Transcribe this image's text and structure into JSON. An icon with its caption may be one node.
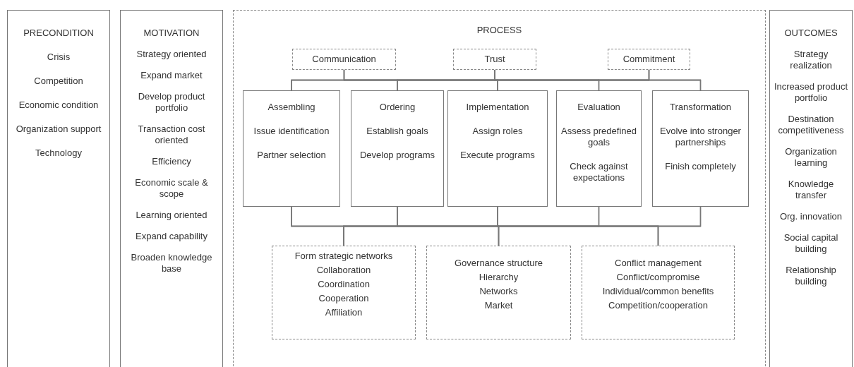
{
  "diagram": {
    "nodes": [
      {
        "text": [
          "PRECONDITION",
          "Crisis",
          "Competition",
          "Economic condition",
          "Organization support",
          "Technology"
        ]
      },
      {
        "text": [
          "MOTIVATION",
          "Strategy oriented",
          "Expand market",
          "Develop product portfolio",
          "Transaction cost oriented",
          "Efficiency",
          "Economic scale & scope",
          "Learning oriented",
          "Expand capability",
          "Broaden knowledge base"
        ]
      },
      {
        "text": [
          "PROCESS"
        ]
      },
      {
        "text": [
          "Communication"
        ],
        "in": 2
      },
      {
        "text": [
          "Trust"
        ],
        "in": 2
      },
      {
        "text": [
          "Commitment"
        ],
        "in": 2
      },
      {
        "text": [
          "Assembling",
          "Issue identification",
          "Partner selection"
        ],
        "in": 2
      },
      {
        "text": [
          "Ordering",
          "Establish goals",
          "Develop programs"
        ],
        "in": 2
      },
      {
        "text": [
          "Implementation",
          "Assign roles",
          "Execute programs"
        ],
        "in": 2
      },
      {
        "text": [
          "Evaluation",
          "Assess predefined goals",
          "Check against expectations"
        ],
        "in": 2
      },
      {
        "text": [
          "Transformation",
          "Evolve into stronger partnerships",
          "Finish completely"
        ],
        "in": 2
      },
      {
        "text": [
          "Form strategic networks",
          "Collaboration",
          "Coordination",
          "Cooperation",
          "Affiliation"
        ],
        "in": 2
      },
      {
        "text": [
          "Governance structure",
          "Hierarchy",
          "Networks",
          "Market"
        ],
        "in": 2
      },
      {
        "text": [
          "Conflict management",
          "Conflict/compromise",
          "Individual/common benefits",
          "Competition/cooperation"
        ],
        "in": 2
      },
      {
        "text": [
          "OUTCOMES",
          "Strategy realization",
          "Increased product portfolio",
          "Destination competitiveness",
          "Organization learning",
          "Knowledge transfer",
          "Org. innovation",
          "Social capital building",
          "Relationship building"
        ]
      }
    ],
    "edges": [
      {
        "from": 3,
        "to": 6,
        "arrow": "none"
      },
      {
        "from": 3,
        "to": 7,
        "arrow": "none"
      },
      {
        "from": 3,
        "to": 8,
        "arrow": "none"
      },
      {
        "from": 3,
        "to": 9,
        "arrow": "none"
      },
      {
        "from": 3,
        "to": 10,
        "arrow": "none"
      },
      {
        "from": 4,
        "to": 6,
        "arrow": "none"
      },
      {
        "from": 4,
        "to": 7,
        "arrow": "none"
      },
      {
        "from": 4,
        "to": 8,
        "arrow": "none"
      },
      {
        "from": 4,
        "to": 9,
        "arrow": "none"
      },
      {
        "from": 4,
        "to": 10,
        "arrow": "none"
      },
      {
        "from": 5,
        "to": 6,
        "arrow": "none"
      },
      {
        "from": 5,
        "to": 7,
        "arrow": "none"
      },
      {
        "from": 5,
        "to": 8,
        "arrow": "none"
      },
      {
        "from": 5,
        "to": 9,
        "arrow": "none"
      },
      {
        "from": 5,
        "to": 10,
        "arrow": "none"
      },
      {
        "from": 6,
        "to": 11,
        "arrow": "none"
      },
      {
        "from": 6,
        "to": 12,
        "arrow": "none"
      },
      {
        "from": 6,
        "to": 13,
        "arrow": "none"
      },
      {
        "from": 7,
        "to": 11,
        "arrow": "none"
      },
      {
        "from": 7,
        "to": 12,
        "arrow": "none"
      },
      {
        "from": 7,
        "to": 13,
        "arrow": "none"
      },
      {
        "from": 8,
        "to": 11,
        "arrow": "none"
      },
      {
        "from": 8,
        "to": 12,
        "arrow": "none"
      },
      {
        "from": 8,
        "to": 13,
        "arrow": "none"
      },
      {
        "from": 9,
        "to": 11,
        "arrow": "none"
      },
      {
        "from": 9,
        "to": 12,
        "arrow": "none"
      },
      {
        "from": 9,
        "to": 13,
        "arrow": "none"
      },
      {
        "from": 10,
        "to": 11,
        "arrow": "none"
      },
      {
        "from": 10,
        "to": 12,
        "arrow": "none"
      },
      {
        "from": 10,
        "to": 13,
        "arrow": "none"
      }
    ]
  }
}
